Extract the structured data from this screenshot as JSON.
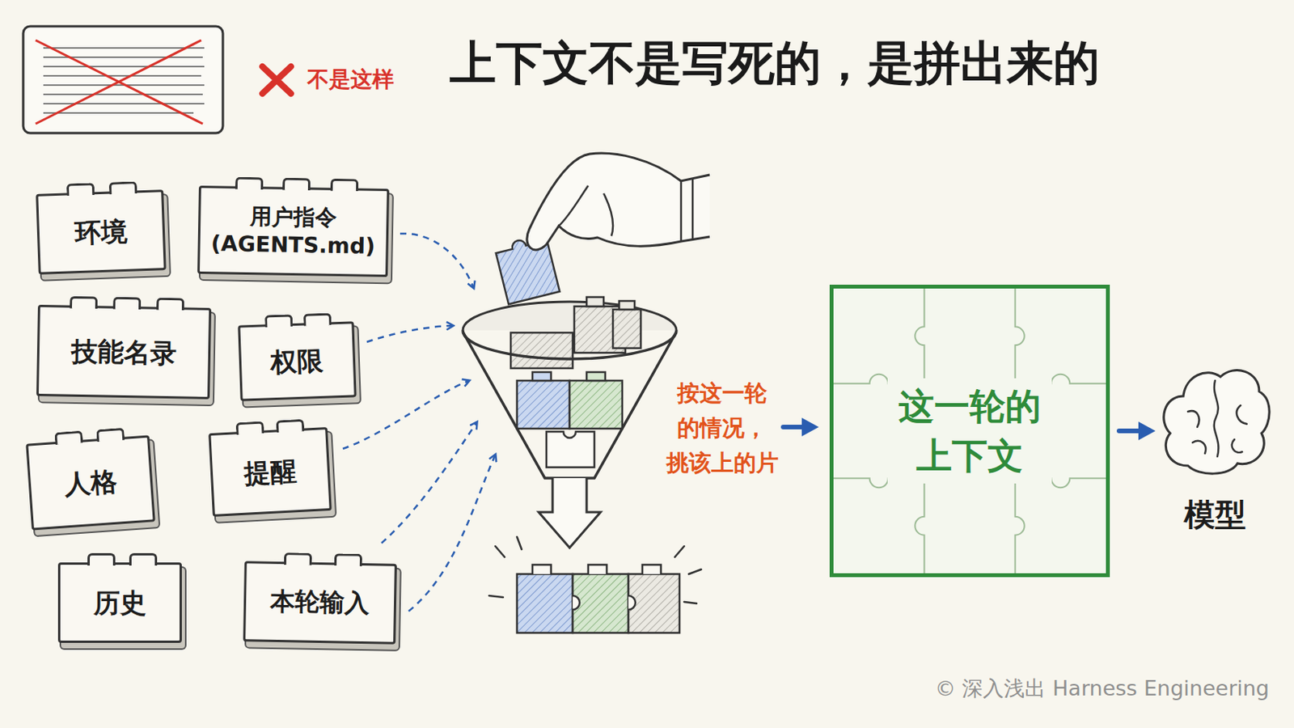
{
  "diagram": {
    "title": "上下文不是写死的，是拼出来的",
    "nodes": [
      {
        "text": [
          "环境"
        ]
      },
      {
        "text": [
          "用户指令 (AGENTS.md)"
        ]
      },
      {
        "text": [
          "技能名录"
        ]
      },
      {
        "text": [
          "权限"
        ]
      },
      {
        "text": [
          "人格"
        ]
      },
      {
        "text": [
          "提醒"
        ]
      },
      {
        "text": [
          "历史"
        ]
      },
      {
        "text": [
          "本轮输入"
        ]
      },
      {
        "text": [
          "这一轮的 上下文"
        ]
      },
      {
        "text": [
          "模型"
        ]
      }
    ],
    "edges": [
      {
        "from": 8,
        "to": 9,
        "arrow": "to"
      }
    ],
    "labels": [
      "不是这样",
      "按这一轮 的情况， 挑该上的片",
      "© 深入浅出 Harness Engineering"
    ]
  }
}
